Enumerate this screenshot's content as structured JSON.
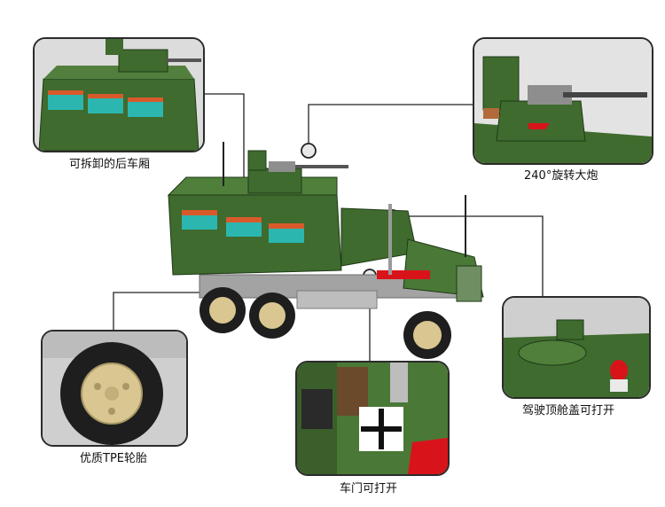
{
  "captions": {
    "rear_box": "可拆卸的后车厢",
    "cannon": "240°旋转大炮",
    "hatch": "驾驶顶舱盖可打开",
    "tire": "优质TPE轮胎",
    "door": "车门可打开"
  },
  "colors": {
    "army_green": "#3f6b2e",
    "dark_green": "#2c4f22",
    "tire_black": "#1e1e1e",
    "rim_tan": "#d9c690",
    "grey": "#9a9a9a",
    "red_light": "#d8141a",
    "teal_stripe": "#2bb7b0"
  },
  "decor": {
    "door_mark": "cross-emblem-icon",
    "hatch_mark": "red-light-icon"
  }
}
